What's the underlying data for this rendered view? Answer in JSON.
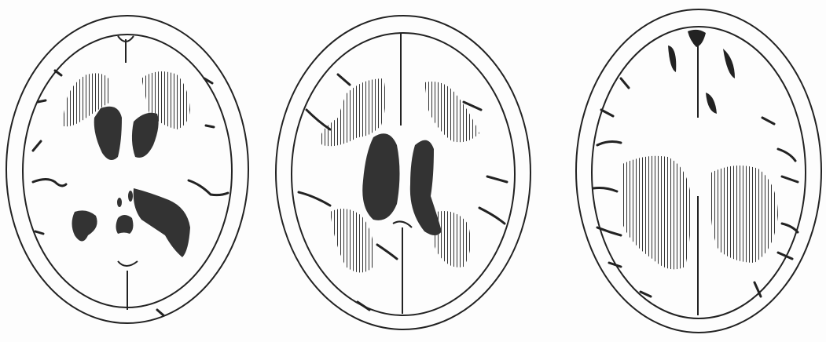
{
  "figure": {
    "panels": [
      {
        "name": "axial-slice-1"
      },
      {
        "name": "axial-slice-2"
      },
      {
        "name": "axial-slice-3"
      }
    ]
  }
}
